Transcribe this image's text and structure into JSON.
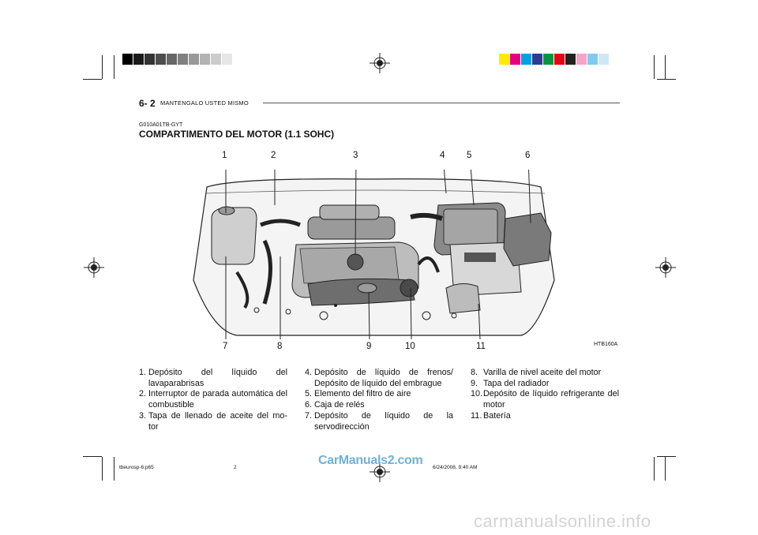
{
  "header": {
    "page_number": "6- 2",
    "section": "MANTENGALO USTED MISMO"
  },
  "doc_code": "G010A01TB-GYT",
  "title": "COMPARTIMENTO DEL MOTOR (1.1 SOHC)",
  "figure": {
    "id": "HTB160A",
    "callouts_top": [
      "1",
      "2",
      "3",
      "4",
      "5",
      "6"
    ],
    "callouts_bottom": [
      "7",
      "8",
      "9",
      "10",
      "11"
    ]
  },
  "legend": {
    "col1": [
      {
        "num": "1.",
        "text": "Depósito del líquido del lavaparabrisas"
      },
      {
        "num": "2.",
        "text": "Interruptor de parada automática del combustible"
      },
      {
        "num": "3.",
        "text": "Tapa de llenado de aceite del mo- tor"
      }
    ],
    "col2": [
      {
        "num": "4.",
        "text": "Depósito de líquido de frenos/ Depósito de líquido del embrague"
      },
      {
        "num": "5.",
        "text": "Elemento del filtro de aire"
      },
      {
        "num": "6.",
        "text": "Caja de relés"
      },
      {
        "num": "7.",
        "text": "Depósito de líquido de la servodirección"
      }
    ],
    "col3": [
      {
        "num": "8.",
        "text": "Varilla de nivel aceite del motor"
      },
      {
        "num": "9.",
        "text": "Tapa del radiador"
      },
      {
        "num": "10.",
        "text": "Depósito de líquido refrigerante del motor"
      },
      {
        "num": "11.",
        "text": "Batería"
      }
    ]
  },
  "footer": {
    "file": "tbeurosp-6.p65",
    "page": "2",
    "date": "6/24/2008, 9:40 AM"
  },
  "watermarks": {
    "carmanuals": "CarManuals2.com",
    "online": "carmanualsonline.info"
  },
  "colors": {
    "gray_bar": [
      "#000000",
      "#1a1a1a",
      "#333333",
      "#4d4d4d",
      "#666666",
      "#808080",
      "#999999",
      "#b3b3b3",
      "#cccccc",
      "#e6e6e6"
    ],
    "color_bar": [
      "#ffeb00",
      "#e6007e",
      "#00a0e3",
      "#2a3d8f",
      "#00963f",
      "#e30613",
      "#222222",
      "#f5a3c7",
      "#7ecbef",
      "#cfe8f6"
    ]
  }
}
